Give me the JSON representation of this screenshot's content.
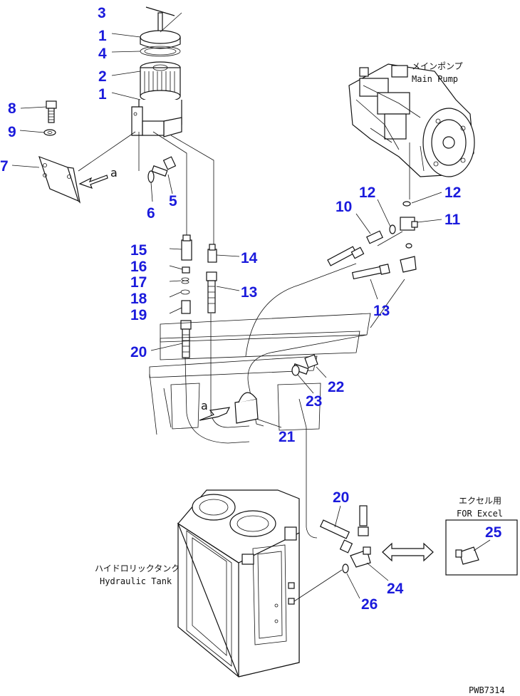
{
  "labels": {
    "l3": "3",
    "l1a": "1",
    "l4": "4",
    "l2": "2",
    "l1b": "1",
    "l8": "8",
    "l9": "9",
    "l7": "7",
    "l6": "6",
    "l5": "5",
    "l15": "15",
    "l16": "16",
    "l17": "17",
    "l18": "18",
    "l19": "19",
    "l20a": "20",
    "l14": "14",
    "l13a": "13",
    "l10": "10",
    "l12a": "12",
    "l12b": "12",
    "l11": "11",
    "l13b": "13",
    "l22": "22",
    "l23": "23",
    "l21": "21",
    "l20b": "20",
    "l24": "24",
    "l26": "26",
    "l25": "25"
  },
  "detail_mark": "a",
  "main_pump": {
    "jp": "メインポンプ",
    "en": "Main Pump"
  },
  "hydraulic_tank": {
    "jp": "ハイドロリックタンク",
    "en": "Hydraulic Tank"
  },
  "excel_box": {
    "jp": "エクセル用",
    "en": "FOR Excel"
  },
  "figure_ref": "PWB7314"
}
